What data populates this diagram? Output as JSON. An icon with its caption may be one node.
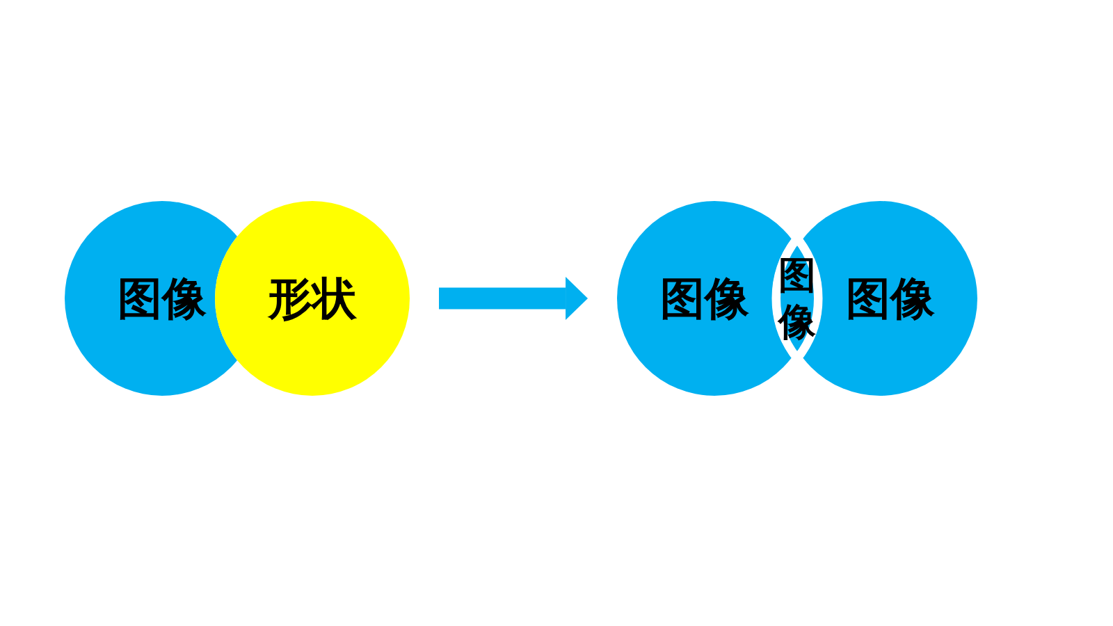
{
  "diagram": {
    "nodes": [
      {
        "text": [
          "图像"
        ]
      },
      {
        "text": [
          "形状"
        ]
      },
      {
        "text": [
          "图像"
        ]
      },
      {
        "text": [
          "图像"
        ]
      },
      {
        "text": [
          "图像"
        ]
      }
    ],
    "edges": [
      {
        "from": 1,
        "to": 2,
        "arrow": "to"
      }
    ]
  }
}
